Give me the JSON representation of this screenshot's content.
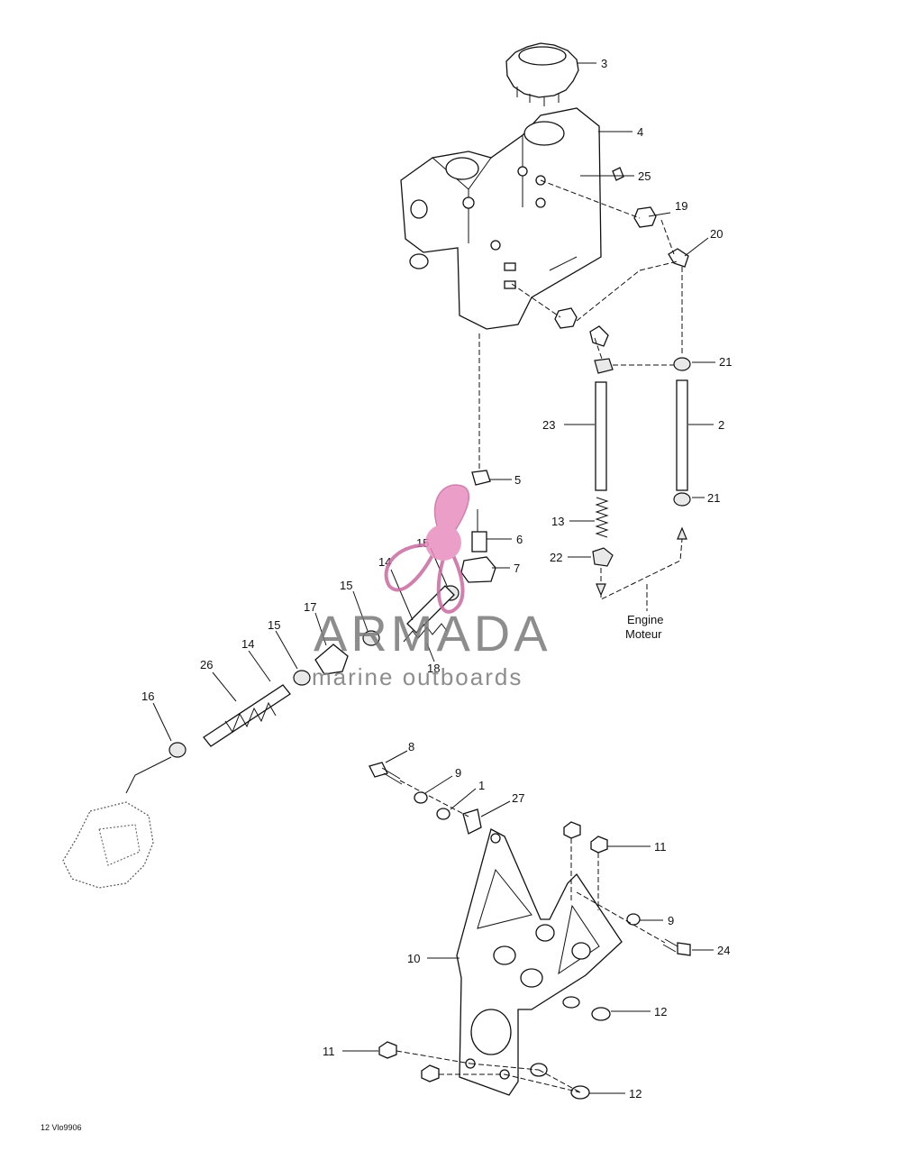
{
  "diagram": {
    "callouts": [
      {
        "id": "c3",
        "text": "3"
      },
      {
        "id": "c4",
        "text": "4"
      },
      {
        "id": "c25",
        "text": "25"
      },
      {
        "id": "c19",
        "text": "19"
      },
      {
        "id": "c20",
        "text": "20"
      },
      {
        "id": "c21a",
        "text": "21"
      },
      {
        "id": "c23",
        "text": "23"
      },
      {
        "id": "c2",
        "text": "2"
      },
      {
        "id": "c5",
        "text": "5"
      },
      {
        "id": "c21b",
        "text": "21"
      },
      {
        "id": "c13",
        "text": "13"
      },
      {
        "id": "c6",
        "text": "6"
      },
      {
        "id": "c15a",
        "text": "15"
      },
      {
        "id": "c22",
        "text": "22"
      },
      {
        "id": "c7",
        "text": "7"
      },
      {
        "id": "c14a",
        "text": "14"
      },
      {
        "id": "c15b",
        "text": "15"
      },
      {
        "id": "c17",
        "text": "17"
      },
      {
        "id": "c15c",
        "text": "15"
      },
      {
        "id": "c18",
        "text": "18"
      },
      {
        "id": "c14b",
        "text": "14"
      },
      {
        "id": "c26",
        "text": "26"
      },
      {
        "id": "c16",
        "text": "16"
      },
      {
        "id": "c8",
        "text": "8"
      },
      {
        "id": "c9a",
        "text": "9"
      },
      {
        "id": "c1",
        "text": "1"
      },
      {
        "id": "c27",
        "text": "27"
      },
      {
        "id": "c11a",
        "text": "11"
      },
      {
        "id": "c9b",
        "text": "9"
      },
      {
        "id": "c24",
        "text": "24"
      },
      {
        "id": "c10",
        "text": "10"
      },
      {
        "id": "c12a",
        "text": "12"
      },
      {
        "id": "c11b",
        "text": "11"
      },
      {
        "id": "c12b",
        "text": "12"
      }
    ],
    "engine_label_en": "Engine",
    "engine_label_fr": "Moteur",
    "footer_code": "12 Vlo9906"
  },
  "watermark": {
    "brand": "ARMADA",
    "tagline": "marine outboards",
    "logo_color": "#e88fbf",
    "text_color": "#7a7a7a"
  }
}
